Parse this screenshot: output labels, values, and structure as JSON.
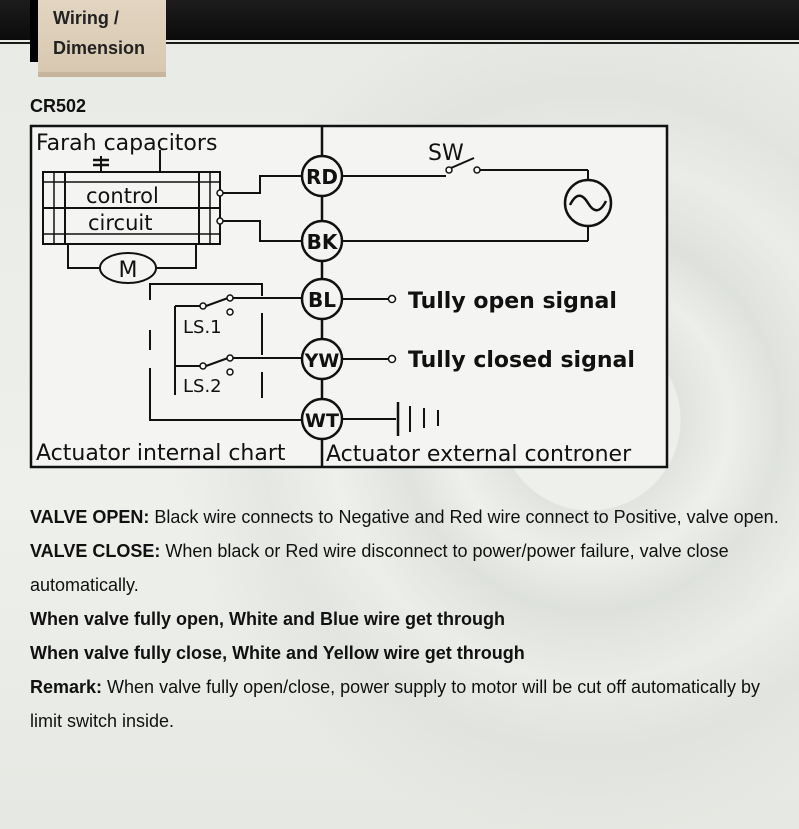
{
  "header": {
    "tab_line1": "Wiring  /",
    "tab_line2": "Dimension"
  },
  "model": "CR502",
  "diagram": {
    "capacitor_label": "Farah capacitors",
    "control_label": "control",
    "circuit_label": "circuit",
    "motor_label": "M",
    "ls1_label": "LS.1",
    "ls2_label": "LS.2",
    "switch_label": "SW",
    "wires": [
      "RD",
      "BK",
      "BL",
      "YW",
      "WT"
    ],
    "open_signal": "Tully open signal",
    "closed_signal": "Tully closed signal",
    "internal_label": "Actuator internal chart",
    "external_label": "Actuator external controner"
  },
  "description": {
    "valve_open_title": "VALVE OPEN:",
    "valve_open_text": " Black wire connects to Negative and Red wire connect to Positive, valve open.",
    "valve_close_title": "VALVE CLOSE:",
    "valve_close_text": " When black or Red wire disconnect to power/power failure, valve close automatically.",
    "fully_open_line": "When valve fully open, White and Blue wire get through",
    "fully_close_line": "When valve fully close, White and Yellow wire get through",
    "remark_title": "Remark:",
    "remark_text": " When valve fully open/close, power supply to motor will be cut off automatically by limit switch inside."
  }
}
